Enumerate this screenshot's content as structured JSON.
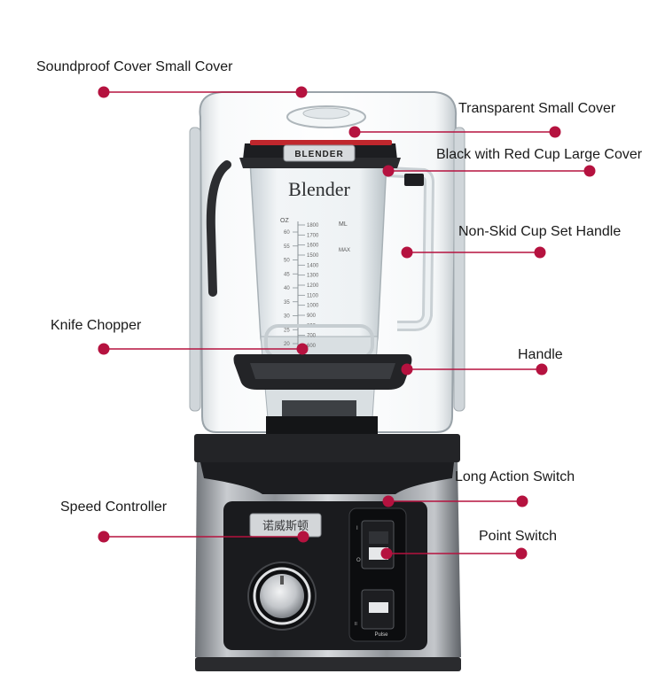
{
  "callouts": [
    {
      "id": "soundproof",
      "label": "Soundproof Cover Small Cover"
    },
    {
      "id": "transparent",
      "label": "Transparent Small Cover"
    },
    {
      "id": "blackred",
      "label": "Black with Red Cup Large Cover"
    },
    {
      "id": "nonskid",
      "label": "Non-Skid Cup Set Handle"
    },
    {
      "id": "knife",
      "label": "Knife Chopper"
    },
    {
      "id": "handle",
      "label": "Handle"
    },
    {
      "id": "longaction",
      "label": "Long Action Switch"
    },
    {
      "id": "speed",
      "label": "Speed Controller"
    },
    {
      "id": "point",
      "label": "Point Switch"
    }
  ],
  "product": {
    "lid_badge": "BLENDER",
    "jar_brand": "Blender",
    "jar_scale_left_unit": "OZ",
    "jar_scale_right_unit": "ML",
    "jar_scale_max": "MAX",
    "oz_marks": [
      "60",
      "55",
      "50",
      "45",
      "40",
      "35",
      "30",
      "25",
      "20"
    ],
    "ml_marks": [
      "1800",
      "1700",
      "1600",
      "1500",
      "1400",
      "1300",
      "1200",
      "1100",
      "1000",
      "900",
      "800",
      "700",
      "600"
    ],
    "panel_badge": "诺威斯顿",
    "pulse_label": "Pulse",
    "switch_top_mark": "I",
    "switch_bottom_mark": "O",
    "switch2_mark": "II"
  },
  "colors": {
    "marker": "#b5123f",
    "leader": "#b5123f",
    "body_dark": "#1e1f21",
    "steel": "#a9adb2",
    "lid_red": "#c0272d",
    "cover_glass": "#e9eef1"
  }
}
